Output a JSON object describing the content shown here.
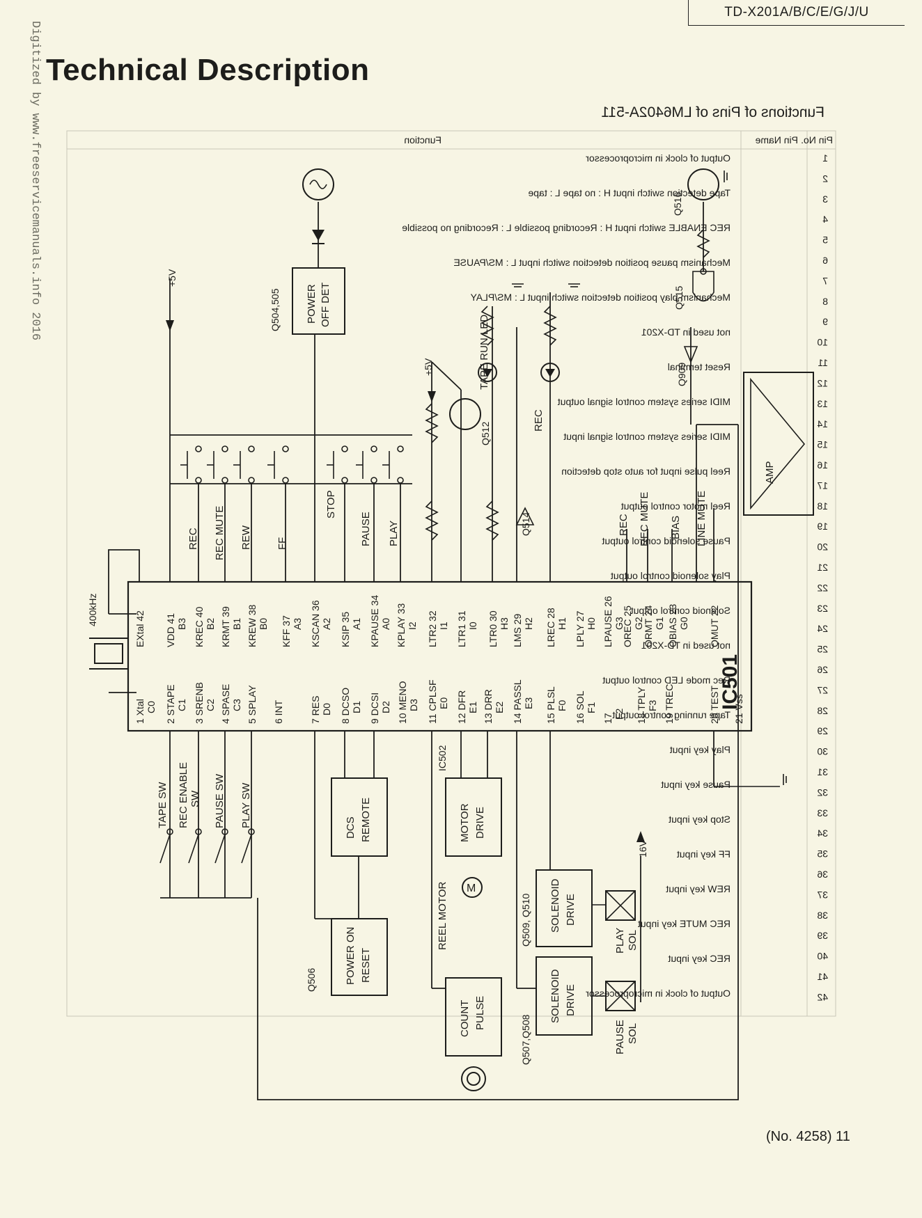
{
  "header": {
    "model": "TD-X201A/B/C/E/G/J/U",
    "title": "Technical Description",
    "watermark": "Digitized by www.freeservicemanuals.info 2016",
    "page_number": "(No. 4258) 11"
  },
  "ghost_table": {
    "heading": "Functions of Pins of LM6402A-511",
    "col_pin_no": "Pin No.",
    "col_pin_name": "Pin Name",
    "col_function": "Function",
    "pin_numbers": [
      "1",
      "2",
      "3",
      "4",
      "5",
      "6",
      "7",
      "8",
      "9",
      "10",
      "11",
      "12",
      "13",
      "14",
      "15",
      "16",
      "17",
      "18",
      "19",
      "20",
      "21",
      "22",
      "23",
      "24",
      "25",
      "26",
      "27",
      "28",
      "29",
      "30",
      "31",
      "32",
      "33",
      "34",
      "35",
      "36",
      "37",
      "38",
      "39",
      "40",
      "41",
      "42"
    ],
    "rows": [
      "Output of clock in microprocessor",
      "Tape detection switch input   H : no tape   L : tape",
      "REC ENABLE switch input   H : Recording possible   L : Recording no possible",
      "Mechanism pause position detection switch input   L : MS/PAUSE",
      "Mechanism play position detection switch input   L : MS/PLAY",
      "not used in TD-X201",
      "Reset terminal",
      "MIDI series system control signal output",
      "MIDI series system control signal input",
      "Reel pulse input for auto stop detection",
      "Reel motor control output",
      "Pause solenoid control output",
      "Play solenoid control output",
      "Solenoid control output",
      "not used in TD-X201",
      "Rec mode LED control output",
      "Tape running control output",
      "Play key input",
      "Pause key input",
      "Stop key input",
      "FF key input",
      "REW key input",
      "REC MUTE key input",
      "REC key input",
      "Output of clock in microprocessor"
    ]
  },
  "ic501": {
    "label": "IC501",
    "crystal": "400kHz",
    "pins_left": [
      {
        "num": "1",
        "name": "Xtal",
        "alt": "C0"
      },
      {
        "num": "2",
        "name": "STAPE",
        "alt": "C1"
      },
      {
        "num": "3",
        "name": "SRENB",
        "alt": "C2"
      },
      {
        "num": "4",
        "name": "SPASE",
        "alt": "C3"
      },
      {
        "num": "5",
        "name": "SPLAY",
        "alt": ""
      },
      {
        "num": "6",
        "name": "INT",
        "alt": ""
      },
      {
        "num": "7",
        "name": "RES",
        "alt": "D0"
      },
      {
        "num": "8",
        "name": "DCSO",
        "alt": "D1"
      },
      {
        "num": "9",
        "name": "DCSI",
        "alt": "D2"
      },
      {
        "num": "10",
        "name": "MENO",
        "alt": "D3"
      },
      {
        "num": "11",
        "name": "CPLSF",
        "alt": "E0"
      },
      {
        "num": "12",
        "name": "DFR",
        "alt": "E1"
      },
      {
        "num": "13",
        "name": "DRR",
        "alt": "E2"
      },
      {
        "num": "14",
        "name": "PASSL",
        "alt": "E3"
      },
      {
        "num": "15",
        "name": "PLSL",
        "alt": "F0"
      },
      {
        "num": "16",
        "name": "SOL",
        "alt": "F1"
      },
      {
        "num": "17",
        "name": "",
        "alt": "F2"
      },
      {
        "num": "18",
        "name": "TPLY",
        "alt": "F3"
      },
      {
        "num": "19",
        "name": "TREC",
        "alt": ""
      },
      {
        "num": "20",
        "name": "TEST",
        "alt": ""
      },
      {
        "num": "21",
        "name": "Vss",
        "alt": ""
      }
    ],
    "pins_right": [
      {
        "num": "42",
        "name": "EXtal",
        "alt": ""
      },
      {
        "num": "41",
        "name": "VDD",
        "alt": "B3"
      },
      {
        "num": "40",
        "name": "KREC",
        "alt": "B2"
      },
      {
        "num": "39",
        "name": "KRMT",
        "alt": "B1"
      },
      {
        "num": "38",
        "name": "KREW",
        "alt": "B0"
      },
      {
        "num": "37",
        "name": "KFF",
        "alt": "A3"
      },
      {
        "num": "36",
        "name": "KSCAN",
        "alt": "A2"
      },
      {
        "num": "35",
        "name": "KSIP",
        "alt": "A1"
      },
      {
        "num": "34",
        "name": "KPAUSE",
        "alt": "A0"
      },
      {
        "num": "33",
        "name": "KPLAY",
        "alt": "I2"
      },
      {
        "num": "32",
        "name": "LTR2",
        "alt": "I1"
      },
      {
        "num": "31",
        "name": "LTR1",
        "alt": "I0"
      },
      {
        "num": "30",
        "name": "LTR0",
        "alt": "H3"
      },
      {
        "num": "29",
        "name": "LMS",
        "alt": "H2"
      },
      {
        "num": "28",
        "name": "LREC",
        "alt": "H1"
      },
      {
        "num": "27",
        "name": "LPLY",
        "alt": "H0"
      },
      {
        "num": "26",
        "name": "LPAUSE",
        "alt": "G3"
      },
      {
        "num": "25",
        "name": "OREC",
        "alt": "G2"
      },
      {
        "num": "24",
        "name": "ORMT",
        "alt": "G1"
      },
      {
        "num": "23",
        "name": "OBIAS",
        "alt": "G0"
      },
      {
        "num": "22",
        "name": "OMUT",
        "alt": ""
      }
    ]
  },
  "labels": {
    "plus5v": "+5V",
    "plus16v": "16V",
    "key_rec": "REC",
    "key_rec_mute": "REC MUTE",
    "key_rew": "REW",
    "key_ff": "FF",
    "key_stop": "STOP",
    "key_pause": "PAUSE",
    "key_play": "PLAY",
    "sw_tape": "TAPE SW",
    "sw_rec_enable_1": "REC ENABLE",
    "sw_rec_enable_2": "SW",
    "sw_pause": "PAUSE SW",
    "sw_play": "PLAY SW",
    "power_off_det_1": "POWER",
    "power_off_det_2": "OFF DET",
    "q504": "Q504,505",
    "dcs_1": "DCS",
    "dcs_2": "REMOTE",
    "power_on_1": "POWER ON",
    "power_on_2": "RESET",
    "q506": "Q506",
    "ic502": "IC502",
    "motor_1": "MOTOR",
    "motor_2": "DRIVE",
    "reel_motor": "REEL MOTOR",
    "motor_symbol": "M",
    "count_1": "COUNT",
    "count_2": "PULSE",
    "sol1_1": "SOLENOID",
    "sol1_2": "DRIVE",
    "q509": "Q509, Q510",
    "play_sol_1": "PLAY",
    "play_sol_2": "SOL",
    "sol2_1": "SOLENOID",
    "sol2_2": "DRIVE",
    "q507": "Q507,Q508",
    "pause_sol_1": "PAUSE",
    "pause_sol_2": "SOL",
    "q512": "Q512",
    "q514": "Q514",
    "tape_run_led": "TAPE RUN LED",
    "rec_led": "REC",
    "out_rec": "REC",
    "out_rec_mute": "REC MUTE",
    "out_bias": "BIAS",
    "out_line_mute": "LINE MUTE",
    "amp": "AMP",
    "q909": "Q909",
    "q515": "Q515",
    "q516": "Q516"
  }
}
